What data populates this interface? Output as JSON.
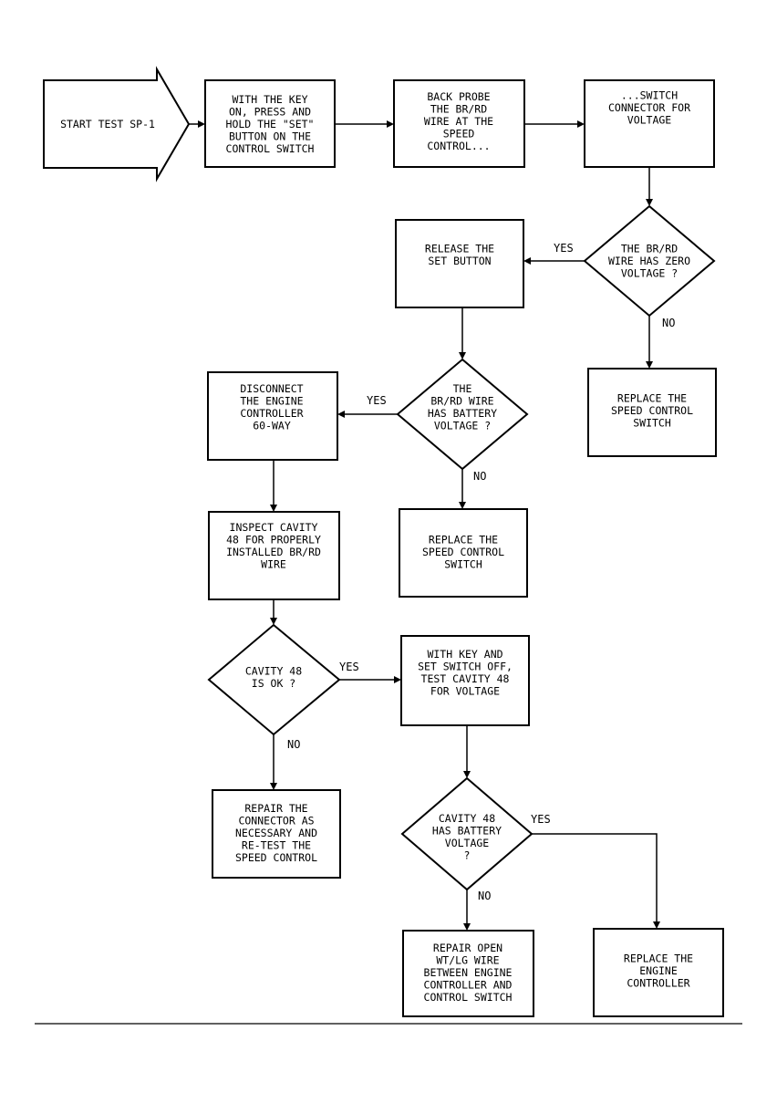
{
  "nodes": {
    "start": {
      "lines": [
        "START TEST SP-1"
      ]
    },
    "hold_set": {
      "lines": [
        "WITH THE KEY",
        "ON, PRESS AND",
        "HOLD THE \"SET\"",
        "BUTTON ON THE",
        "CONTROL SWITCH"
      ]
    },
    "back_probe": {
      "lines": [
        "BACK PROBE",
        "THE BR/RD",
        "WIRE AT THE",
        "SPEED",
        "CONTROL..."
      ]
    },
    "switch_connector": {
      "lines": [
        "...SWITCH",
        "CONNECTOR FOR",
        "VOLTAGE"
      ]
    },
    "zero_voltage": {
      "lines": [
        "THE BR/RD",
        "WIRE HAS ZERO",
        "VOLTAGE ?"
      ]
    },
    "release_set": {
      "lines": [
        "RELEASE THE",
        "SET BUTTON"
      ]
    },
    "replace_switch_1": {
      "lines": [
        "REPLACE THE",
        "SPEED CONTROL",
        "SWITCH"
      ]
    },
    "battery_voltage": {
      "lines": [
        "THE",
        "BR/RD WIRE",
        "HAS BATTERY",
        "VOLTAGE ?"
      ]
    },
    "disconnect": {
      "lines": [
        "DISCONNECT",
        "THE ENGINE",
        "CONTROLLER",
        "60-WAY"
      ]
    },
    "replace_switch_2": {
      "lines": [
        "REPLACE THE",
        "SPEED CONTROL",
        "SWITCH"
      ]
    },
    "inspect_cavity": {
      "lines": [
        "INSPECT CAVITY",
        "48 FOR PROPERLY",
        "INSTALLED BR/RD",
        "WIRE"
      ]
    },
    "cavity_ok": {
      "lines": [
        "CAVITY 48",
        "IS OK ?"
      ]
    },
    "test_cavity": {
      "lines": [
        "WITH KEY AND",
        "SET SWITCH OFF,",
        "TEST CAVITY 48",
        "FOR VOLTAGE"
      ]
    },
    "repair_connector": {
      "lines": [
        "REPAIR THE",
        "CONNECTOR AS",
        "NECESSARY AND",
        "RE-TEST THE",
        "SPEED CONTROL"
      ]
    },
    "cavity_battery": {
      "lines": [
        "CAVITY 48",
        "HAS BATTERY",
        "VOLTAGE",
        "?"
      ]
    },
    "repair_open": {
      "lines": [
        "REPAIR OPEN",
        "WT/LG WIRE",
        "BETWEEN ENGINE",
        "CONTROLLER AND",
        "CONTROL SWITCH"
      ]
    },
    "replace_controller": {
      "lines": [
        "REPLACE THE",
        "ENGINE",
        "CONTROLLER"
      ]
    }
  },
  "edge_labels": {
    "zero_yes": "YES",
    "zero_no": "NO",
    "battery_yes": "YES",
    "battery_no": "NO",
    "cavity_ok_yes": "YES",
    "cavity_ok_no": "NO",
    "cavity_battery_yes": "YES",
    "cavity_battery_no": "NO"
  }
}
